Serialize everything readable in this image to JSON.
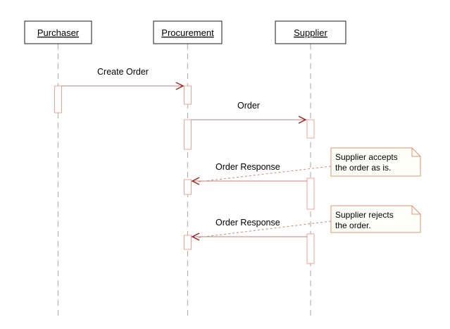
{
  "diagram": {
    "type": "uml-sequence-diagram",
    "actors": [
      {
        "label": "Purchaser"
      },
      {
        "label": "Procurement"
      },
      {
        "label": "Supplier"
      }
    ],
    "messages": [
      {
        "label": "Create Order",
        "from": "Purchaser",
        "to": "Procurement"
      },
      {
        "label": "Order",
        "from": "Procurement",
        "to": "Supplier"
      },
      {
        "label": "Order Response",
        "from": "Supplier",
        "to": "Procurement"
      },
      {
        "label": "Order Response",
        "from": "Supplier",
        "to": "Procurement"
      }
    ],
    "notes": [
      {
        "lines": [
          "Supplier accepts",
          "the order as is."
        ]
      },
      {
        "lines": [
          "Supplier rejects",
          "the order."
        ]
      }
    ],
    "colors": {
      "actor_border": "#1a1a1a",
      "lifeline": "#b3b3b3",
      "message_line": "#c08080",
      "arrowhead": "#a02020",
      "activation_border": "#f0a090",
      "note_border": "#e09070",
      "note_connector": "#cc8877",
      "text": "#000000",
      "background": "#ffffff"
    }
  }
}
